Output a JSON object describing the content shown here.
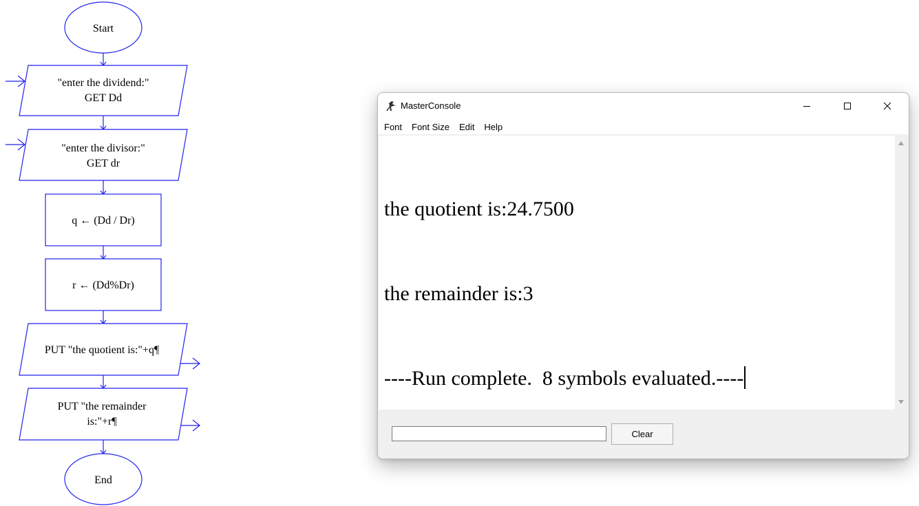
{
  "flowchart": {
    "start_label": "Start",
    "input1_line1": "\"enter the  dividend:\"",
    "input1_line2": "GET Dd",
    "input2_line1": "\"enter the divisor:\"",
    "input2_line2": "GET dr",
    "assign1": "q ← (Dd / Dr)",
    "assign2": "r ← (Dd%Dr)",
    "output1": "PUT \"the quotient is:\"+q¶",
    "output2_line1": "PUT \"the remainder",
    "output2_line2": "is:\"+r¶",
    "end_label": "End"
  },
  "window": {
    "title": "MasterConsole",
    "icon": "raptor-icon",
    "controls": {
      "minimize": "minimize-icon",
      "maximize": "maximize-icon",
      "close": "close-icon"
    }
  },
  "menu": {
    "items": [
      "Font",
      "Font Size",
      "Edit",
      "Help"
    ]
  },
  "output": {
    "lines": [
      "the quotient is:24.7500",
      "the remainder is:3",
      "----Run complete.  8 symbols evaluated.----"
    ]
  },
  "input": {
    "value": ""
  },
  "buttons": {
    "clear_label": "Clear"
  },
  "colors": {
    "flowchart_stroke": "#2222ee",
    "window_background": "#f0f0f0",
    "output_background": "#ffffff"
  }
}
